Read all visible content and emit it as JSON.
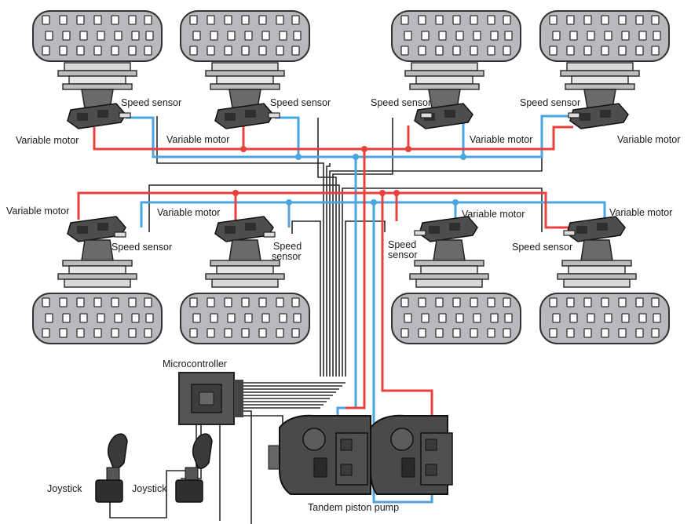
{
  "labels": {
    "variable_motor": "Variable motor",
    "speed_sensor": "Speed sensor",
    "speed": "Speed",
    "sensor": "sensor",
    "microcontroller": "Microcontroller",
    "joystick": "Joystick",
    "tandem_pump": "Tandem piston pump"
  },
  "colors": {
    "pressure_line": "#e8403f",
    "return_line": "#4aa6dc",
    "signal_wire": "#2a2a2a",
    "tire": "#b8b9bd",
    "metal": "#5a5a5a"
  },
  "components": {
    "wheel_units": 8,
    "joysticks": 2,
    "pumps": 2
  }
}
